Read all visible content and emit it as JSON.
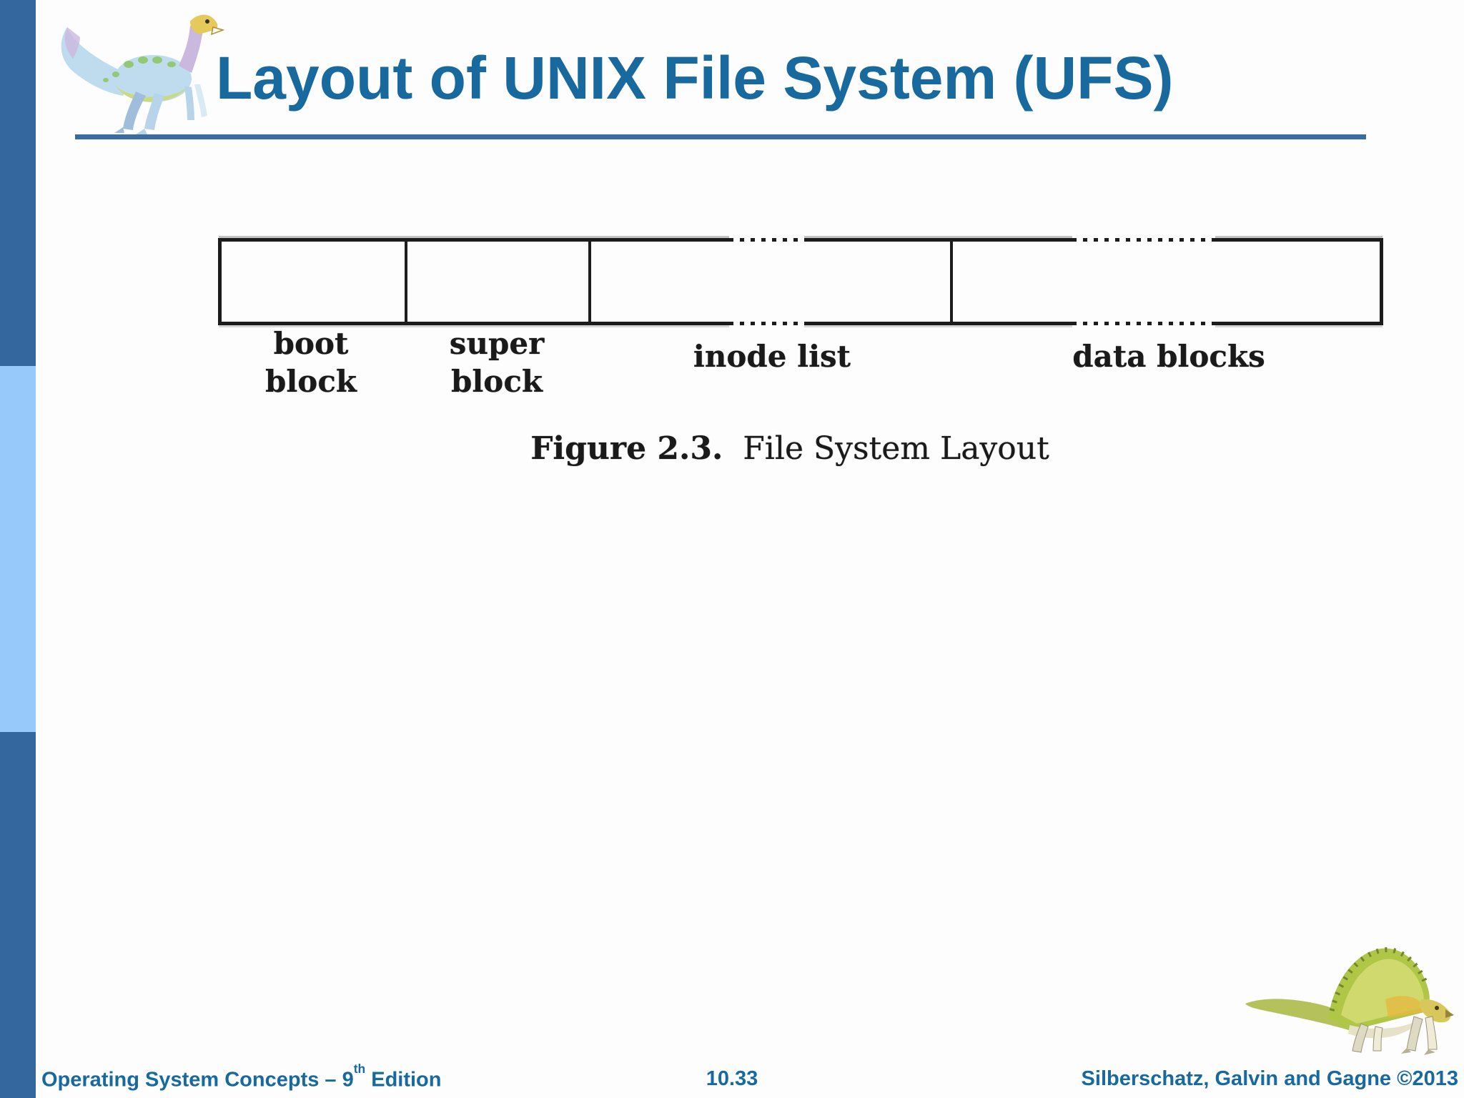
{
  "slide": {
    "title": "Layout of UNIX File System (UFS)",
    "page_number": "10.33",
    "footer_left": {
      "prefix": "Operating System Concepts – 9",
      "sup": "th",
      "suffix": " Edition"
    },
    "footer_right": "Silberschatz, Galvin and Gagne ©2013"
  },
  "figure": {
    "caption_label": "Figure 2.3.",
    "caption_title": "File System Layout",
    "segments": [
      {
        "name": "boot block",
        "lines": [
          "boot",
          "block"
        ]
      },
      {
        "name": "super block",
        "lines": [
          "super",
          "block"
        ]
      },
      {
        "name": "inode list",
        "lines": [
          "inode list"
        ]
      },
      {
        "name": "data blocks",
        "lines": [
          "data blocks"
        ]
      }
    ]
  },
  "artwork": {
    "top_left": "dinosaur-illustration",
    "bottom_right": "sailback-dinosaur-illustration"
  },
  "colors": {
    "title_blue": "#17699E",
    "sidebar_dark_blue": "#34679D",
    "sidebar_light_blue": "#97CAFB",
    "underline_blue": "#3A6C9F",
    "figure_ink": "#1A1A1A"
  }
}
